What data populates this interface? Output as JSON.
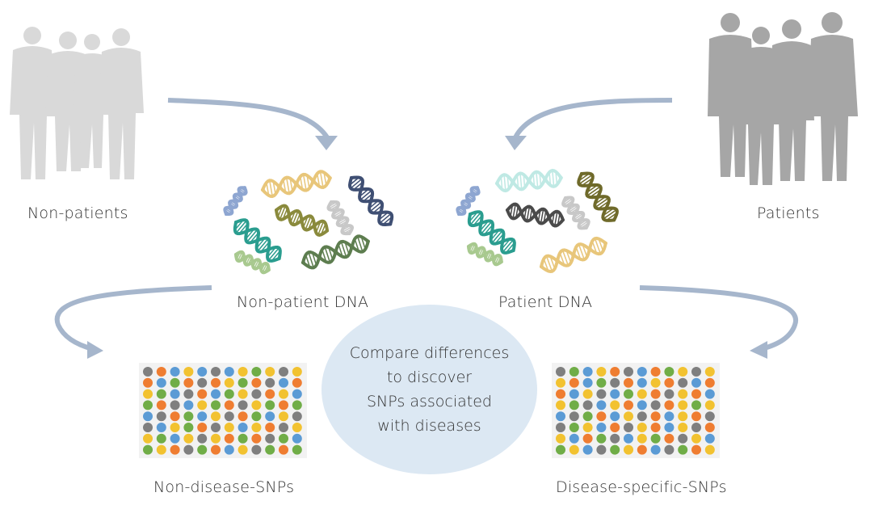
{
  "labels": {
    "non_patients": "Non-patients",
    "patients": "Patients",
    "non_patient_dna": "Non-patient DNA",
    "patient_dna": "Patient DNA",
    "non_disease_snps": "Non-disease-SNPs",
    "disease_specific_snps": "Disease-specific-SNPs"
  },
  "center": {
    "lines": [
      "Compare differences",
      "to discover",
      "SNPs associated",
      "with diseases"
    ]
  },
  "colors": {
    "arrow": "#a6b6cc",
    "silhouette_left": "#d9d9d9",
    "silhouette_right": "#a6a6a6",
    "oval": "#dce8f3",
    "snp_palette": [
      "#f2c230",
      "#ef7d31",
      "#5b9bd5",
      "#70ad47",
      "#7f7f7f"
    ],
    "dna_left": [
      "#8ea6d1",
      "#e8c67a",
      "#3f4f73",
      "#2a9d8f",
      "#8a8a3c",
      "#c8c8c8",
      "#a8c98f",
      "#5d7d4f"
    ],
    "dna_right": [
      "#8ea6d1",
      "#bfe9e4",
      "#6f6a2a",
      "#2a9d8f",
      "#4a4a4a",
      "#c8c8c8",
      "#a8c98f",
      "#e8c67a"
    ]
  },
  "snp_grids": {
    "left": [
      "YOBYBYBYGYBY",
      "OBGOBOYGOYBO",
      "YGBYOBGYBOYB",
      "GOGBYGOBYGOG",
      "BYOGBYBOGBYO",
      "OBYGOGYBYOBY",
      "YGBYBYOGOYGB",
      "GYOBGOBYBGOG"
    ],
    "right": [
      "BGBYOYBOGYBY",
      "YOBGYOBYOGBO",
      "OBYOBGYOBYOB",
      "YGOBYOBGOYGY",
      "BYGOBYGOBYOB",
      "OGYBOGYOBYGO",
      "YBOGYBYGOBYB",
      "GYBOGYOBYGOY"
    ]
  }
}
